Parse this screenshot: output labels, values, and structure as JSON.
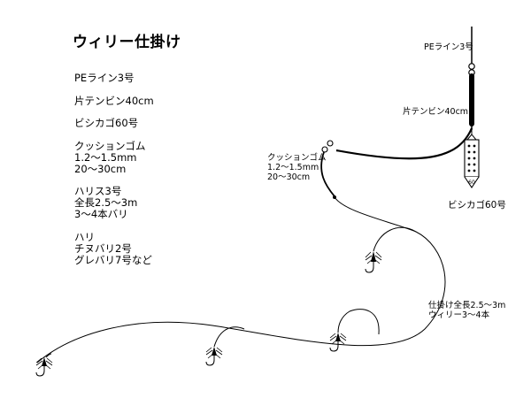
{
  "title": "ウィリー仕掛け",
  "specs": [
    {
      "lines": [
        "PEライン3号"
      ]
    },
    {
      "lines": [
        "片テンビン40cm"
      ]
    },
    {
      "lines": [
        "ビシカゴ60号"
      ]
    },
    {
      "lines": [
        "クッションゴム",
        "1.2～1.5mm",
        "20～30cm"
      ]
    },
    {
      "lines": [
        "ハリス3号",
        "全長2.5～3m",
        "3～4本バリ"
      ]
    },
    {
      "lines": [
        "ハリ",
        "チヌバリ2号",
        "グレバリ7号など"
      ]
    }
  ],
  "diagram_labels": {
    "pe_line": "PEライン3号",
    "tenbin": "片テンビン40cm",
    "cushion": [
      "クッションゴム",
      "1.2～1.5mm",
      "20～30cm"
    ],
    "bishikago": "ビシカゴ60号",
    "bishikago_mark": "60",
    "rig_total": [
      "仕掛け全長2.5～3m",
      "ウィリー3～4本"
    ]
  }
}
